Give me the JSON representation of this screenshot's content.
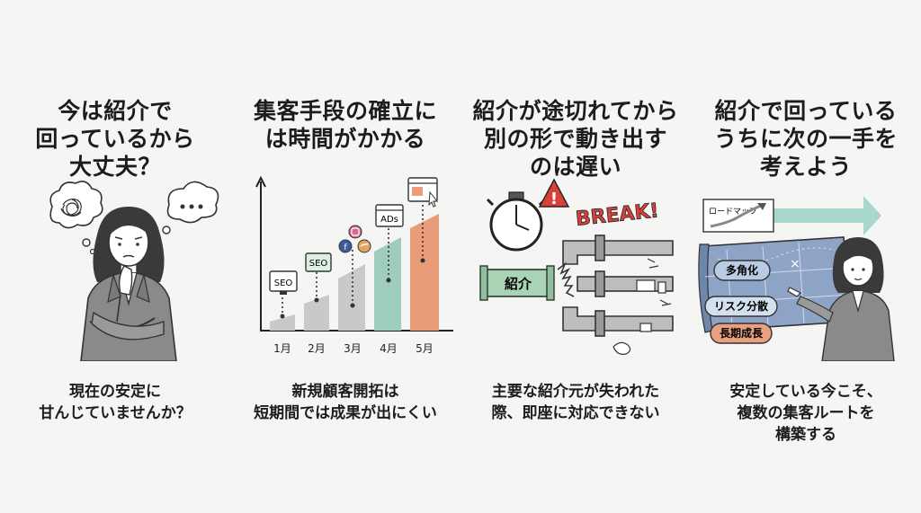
{
  "panels": [
    {
      "title": [
        "今は紹介で",
        "回っているから",
        "大丈夫？"
      ],
      "caption": [
        "現在の安定に",
        "甘んじていませんか？"
      ],
      "thought": "…"
    },
    {
      "title": [
        "集客手段の確立に",
        "は時間がかかる"
      ],
      "caption": [
        "新規顧客開拓は",
        "短期間では成果が出にくい"
      ],
      "chart": {
        "months": [
          "1月",
          "2月",
          "3月",
          "4月",
          "5月"
        ],
        "labels": [
          "SEO",
          "SEO",
          "",
          "ADs",
          ""
        ]
      }
    },
    {
      "title": [
        "紹介が途切れてから",
        "別の形で動き出す",
        "のは遅い"
      ],
      "caption": [
        "主要な紹介元が失われた",
        "際、即座に対応できない"
      ],
      "break_label": "BREAK!",
      "warning": "!",
      "pipe_label": "紹介"
    },
    {
      "title": [
        "紹介で回っている",
        "うちに次の一手を",
        "考えよう"
      ],
      "caption": [
        "安定している今こそ、",
        "複数の集客ルートを",
        "構築する"
      ],
      "roadmap_label": "ロードマップ",
      "tags": [
        "多角化",
        "リスク分散",
        "長期成長"
      ]
    }
  ],
  "colors": {
    "bar_gray": "#c9c9c9",
    "bar_teal": "#9fcdbd",
    "bar_orange": "#e89d78",
    "pipe_green": "#a9d3b5",
    "arrow_teal": "#a8d8cc",
    "warning_red": "#d8413a",
    "tag_blue": "#b9cce4",
    "tag_orange": "#e9a07e"
  }
}
